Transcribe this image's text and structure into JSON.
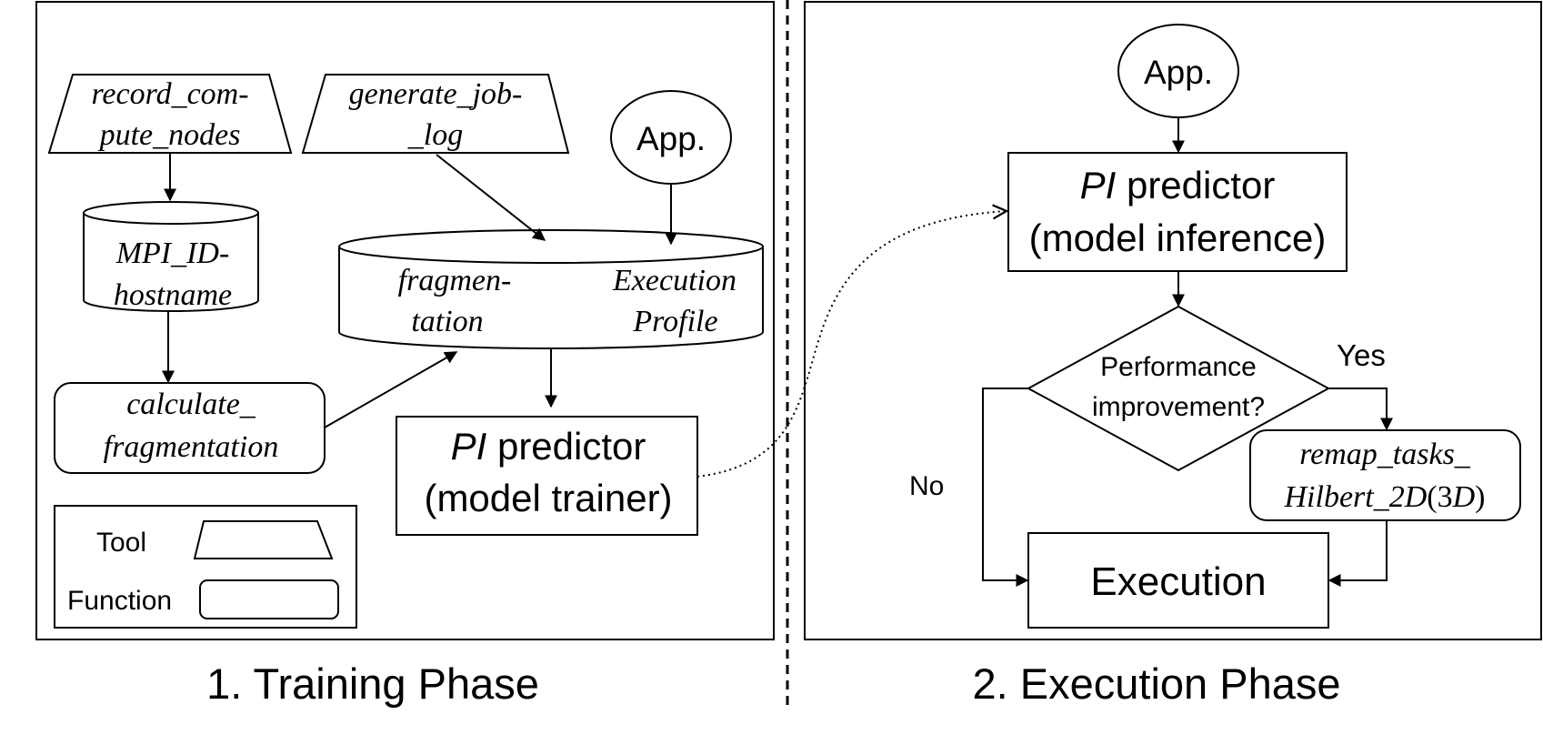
{
  "training": {
    "caption": "1. Training Phase",
    "record_tool": [
      "record_com-",
      "pute_nodes"
    ],
    "generate_tool": [
      "generate_job-",
      "_log"
    ],
    "app": "App.",
    "mpi_db": [
      "MPI_ID-",
      "hostname"
    ],
    "fragmentation_db": {
      "left": [
        "fragmen-",
        "tation"
      ],
      "right": [
        "Execution",
        "Profile"
      ]
    },
    "calculate_fn": [
      "calculate_",
      "fragmentation"
    ],
    "predictor_italic": "PI",
    "predictor_word": " predictor",
    "predictor_sub": "(model trainer)",
    "legend": {
      "tool": "Tool",
      "function": "Function"
    }
  },
  "execution": {
    "caption": "2. Execution Phase",
    "app": "App.",
    "predictor_italic": "PI",
    "predictor_word": " predictor",
    "predictor_sub": "(model inference)",
    "decision": [
      "Performance",
      "improvement?"
    ],
    "yes": "Yes",
    "no": "No",
    "remap_fn": {
      "line1": "remap_tasks_",
      "line2_a": "Hilbert_2",
      "line2_b": "D",
      "line2_c": "(3",
      "line2_d": "D",
      "line2_e": ")"
    },
    "execution_box": "Execution"
  }
}
